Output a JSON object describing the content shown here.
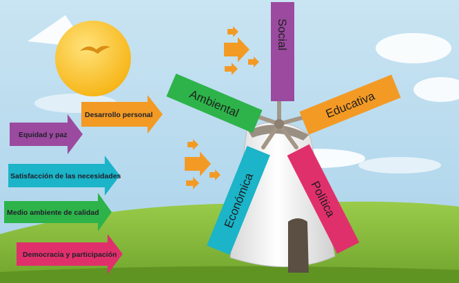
{
  "blades": {
    "social": "Social",
    "ambiental": "Ambiental",
    "educativa": "Educativa",
    "economica": "Económica",
    "politica": "Política"
  },
  "goals": {
    "desarrollo": "Desarrollo personal",
    "equidad": "Equidad y paz",
    "satisfaccion": "Satisfacción de las necesidades",
    "medio": "Medio ambiente de calidad",
    "democracia": "Democracia y participación"
  },
  "colors": {
    "social": "#9b4a9f",
    "ambiental": "#2db34a",
    "educativa": "#f39a25",
    "economica": "#1bb4c9",
    "politica": "#e0306b",
    "desarrollo": "#f39a25",
    "equidad": "#9b4a9f",
    "satisfaccion": "#1bb4c9",
    "medio": "#2db34a",
    "democracia": "#e0306b",
    "sun": "#fbbf24",
    "hill": "#8cbf3f"
  }
}
